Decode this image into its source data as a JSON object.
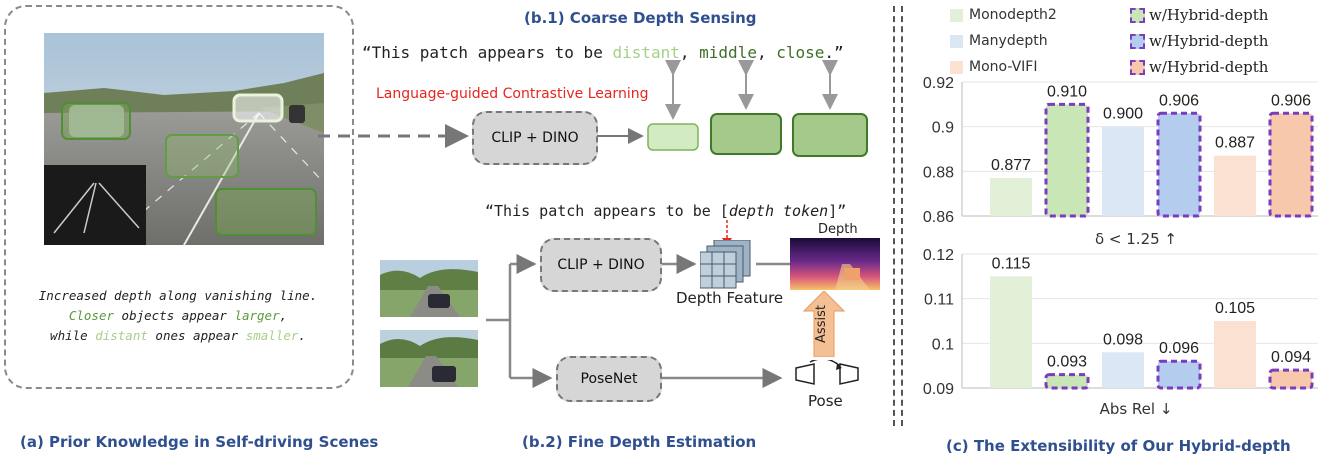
{
  "panel_a": {
    "caption": "(a) Prior Knowledge in Self-driving Scenes",
    "text_line1": "Increased depth along vanishing line.",
    "text_line2": [
      "Closer",
      " objects appear ",
      "larger",
      ","
    ],
    "text_line3": [
      "while ",
      "distant",
      " ones appear ",
      "smaller",
      "."
    ]
  },
  "panel_b1": {
    "caption": "(b.1) Coarse Depth Sensing",
    "quote_parts": [
      "“This patch appears to be ",
      "distant",
      ", ",
      "middle",
      ",  ",
      "close",
      ".”"
    ],
    "red_label": "Language-guided Contrastive Learning",
    "module": "CLIP + DINO"
  },
  "panel_b2": {
    "caption": "(b.2) Fine Depth Estimation",
    "quote_parts": [
      "“This patch appears to be [",
      "depth token",
      "]”"
    ],
    "module": "CLIP + DINO",
    "posenet": "PoseNet",
    "depth_feature": "Depth Feature",
    "depth_label": "Depth",
    "assist": "Assist",
    "pose_label": "Pose"
  },
  "panel_c": {
    "caption": "(c) The Extensibility  of Our Hybrid-depth",
    "legend": [
      {
        "name": "Monodepth2",
        "hybrid": "w/Hybrid-depth",
        "color": "#e3f0d8"
      },
      {
        "name": "Manydepth",
        "hybrid": "w/Hybrid-depth",
        "color": "#dbe7f5"
      },
      {
        "name": "Mono-VIFI",
        "hybrid": "w/Hybrid-depth",
        "color": "#fbe1d2"
      }
    ],
    "hybrid_colors": [
      "#c9e6b6",
      "#b4ccee",
      "#f7c8ab"
    ],
    "border_color": "#7a3dbf"
  },
  "chart_data": [
    {
      "type": "bar",
      "xlabel": "δ < 1.25 ↑",
      "ylim": [
        0.86,
        0.92
      ],
      "yticks": [
        "0.86",
        "0.88",
        "0.9",
        "0.92"
      ],
      "categories": [
        "Monodepth2",
        "w/Hybrid-depth",
        "Manydepth",
        "w/Hybrid-depth",
        "Mono-VIFI",
        "w/Hybrid-depth"
      ],
      "values": [
        0.877,
        0.91,
        0.9,
        0.906,
        0.887,
        0.906
      ],
      "labels": [
        "0.877",
        "0.910",
        "0.900",
        "0.906",
        "0.887",
        "0.906"
      ]
    },
    {
      "type": "bar",
      "xlabel": "Abs Rel ↓",
      "ylim": [
        0.09,
        0.12
      ],
      "yticks": [
        "0.09",
        "0.1",
        "0.11",
        "0.12"
      ],
      "categories": [
        "Monodepth2",
        "w/Hybrid-depth",
        "Manydepth",
        "w/Hybrid-depth",
        "Mono-VIFI",
        "w/Hybrid-depth"
      ],
      "values": [
        0.115,
        0.093,
        0.098,
        0.096,
        0.105,
        0.094
      ],
      "labels": [
        "0.115",
        "0.093",
        "0.098",
        "0.096",
        "0.105",
        "0.094"
      ]
    }
  ]
}
